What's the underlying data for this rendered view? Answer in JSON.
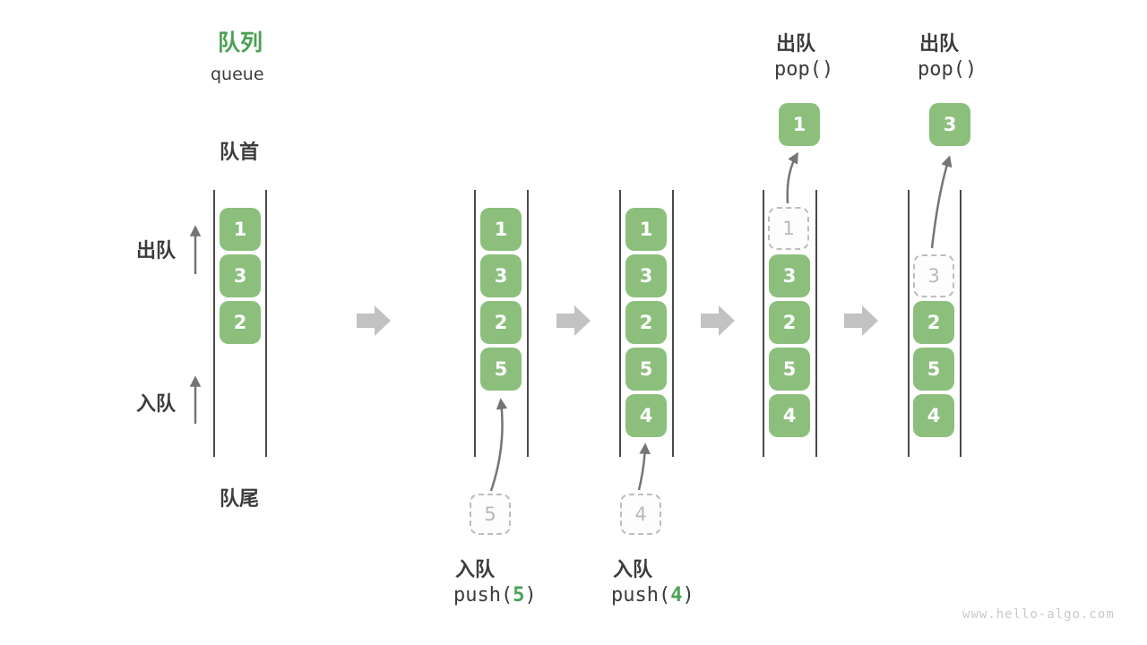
{
  "title": {
    "zh": "队列",
    "en": "queue"
  },
  "labels": {
    "front": "队首",
    "rear": "队尾",
    "dequeue_side": "出队",
    "enqueue_side": "入队"
  },
  "operations": {
    "push5": {
      "zh": "入队",
      "fn": "push(",
      "arg": "5",
      "close": ")"
    },
    "push4": {
      "zh": "入队",
      "fn": "push(",
      "arg": "4",
      "close": ")"
    },
    "pop_a": {
      "zh": "出队",
      "code": "pop()"
    },
    "pop_b": {
      "zh": "出队",
      "code": "pop()"
    }
  },
  "columns": [
    {
      "boxes": [
        "1",
        "3",
        "2"
      ]
    },
    {
      "boxes": [
        "1",
        "3",
        "2",
        "5"
      ],
      "incoming": "5"
    },
    {
      "boxes": [
        "1",
        "3",
        "2",
        "5",
        "4"
      ],
      "incoming": "4"
    },
    {
      "ghost": "1",
      "boxes": [
        "3",
        "2",
        "5",
        "4"
      ],
      "popped": "1"
    },
    {
      "ghost": "3",
      "boxes": [
        "2",
        "5",
        "4"
      ],
      "popped": "3"
    }
  ],
  "watermark": "www.hello-algo.com",
  "colors": {
    "green_box": "#8cbf7c",
    "green_text": "#4ba155",
    "dark_text": "#3c3c3c",
    "thin_arrow": "#757575",
    "block_arrow": "#c2c2c2",
    "dashed_border": "#bdbdbd",
    "dashed_text": "#b9b9b9",
    "wall_line": "#4a4a4a",
    "watermark": "#c9c9c9"
  }
}
